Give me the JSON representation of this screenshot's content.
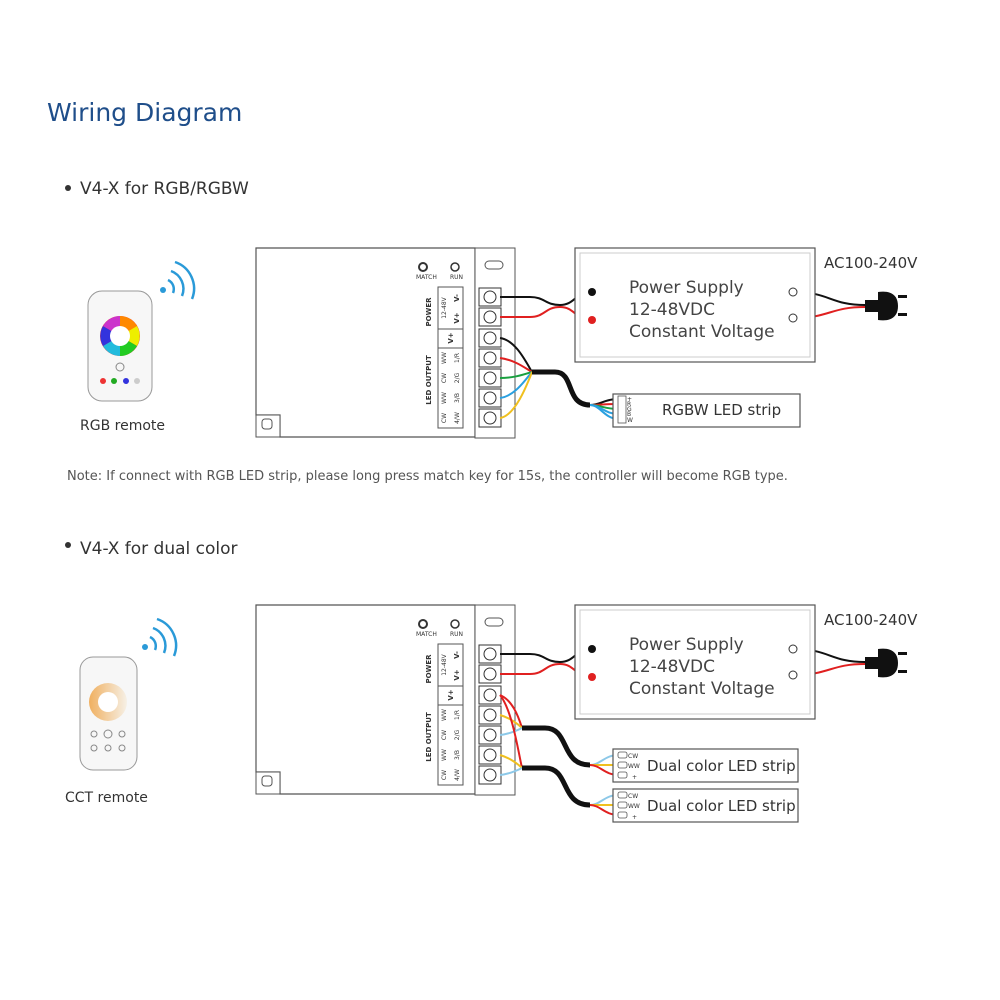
{
  "title": "Wiring Diagram",
  "sections": [
    {
      "heading": "V4-X for RGB/RGBW",
      "remote_label": "RGB remote",
      "controller": {
        "match": "MATCH",
        "run": "RUN",
        "power": "POWER",
        "voltage": "12-48V",
        "vminus": "V-",
        "vplus": "V+",
        "led_output": "LED OUTPUT",
        "vplus2": "V+",
        "channels": [
          {
            "a": "WW",
            "b": "1/R"
          },
          {
            "a": "CW",
            "b": "2/G"
          },
          {
            "a": "WW",
            "b": "3/B"
          },
          {
            "a": "CW",
            "b": "4/W"
          }
        ]
      },
      "power_supply": {
        "line1": "Power Supply",
        "line2": "12-48VDC",
        "line3": "Constant Voltage"
      },
      "ac": "AC100-240V",
      "strips": [
        {
          "label": "RGBW LED strip",
          "pins": [
            "+",
            "R",
            "G",
            "B",
            "W"
          ]
        }
      ],
      "note": "Note: If connect with RGB LED strip, please long press match key for 15s, the controller will become RGB type."
    },
    {
      "heading": "V4-X for dual color",
      "remote_label": "CCT remote",
      "controller": {
        "match": "MATCH",
        "run": "RUN",
        "power": "POWER",
        "voltage": "12-48V",
        "vminus": "V-",
        "vplus": "V+",
        "led_output": "LED OUTPUT",
        "vplus2": "V+",
        "channels": [
          {
            "a": "WW",
            "b": "1/R"
          },
          {
            "a": "CW",
            "b": "2/G"
          },
          {
            "a": "WW",
            "b": "3/B"
          },
          {
            "a": "CW",
            "b": "4/W"
          }
        ]
      },
      "power_supply": {
        "line1": "Power Supply",
        "line2": "12-48VDC",
        "line3": "Constant Voltage"
      },
      "ac": "AC100-240V",
      "strips": [
        {
          "label": "Dual color LED strip",
          "pins": [
            "CW",
            "WW",
            "+"
          ]
        },
        {
          "label": "Dual color LED strip",
          "pins": [
            "CW",
            "WW",
            "+"
          ]
        }
      ]
    }
  ],
  "colors": {
    "title": "#1f4e8a",
    "red": "#e02020",
    "black": "#111111",
    "green": "#1aa040",
    "blue": "#2aa0e0",
    "yellow": "#f0c020",
    "lightblue": "#8cc8e8"
  }
}
